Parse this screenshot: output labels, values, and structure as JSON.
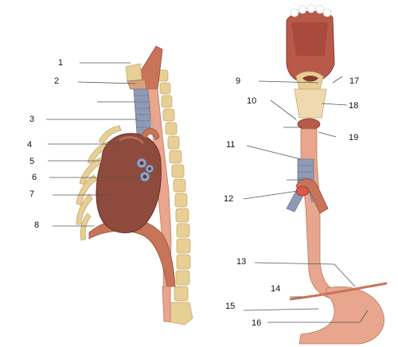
{
  "labels": [
    "1",
    "2",
    "3",
    "4",
    "5",
    "6",
    "7",
    "8",
    "9",
    "10",
    "11",
    "12",
    "13",
    "14",
    "15",
    "16",
    "17",
    "18",
    "19"
  ],
  "colors": {
    "heart": "#8e4a3c",
    "muscle": "#c8745a",
    "esophagus": "#e7a68d",
    "trachea": "#8f9bb5",
    "bone": "#e7cf96",
    "tongue": "#b85a4a",
    "leader": "#555555"
  },
  "icons": [
    "thoracic-cavity-illustration",
    "esophagus-illustration"
  ]
}
